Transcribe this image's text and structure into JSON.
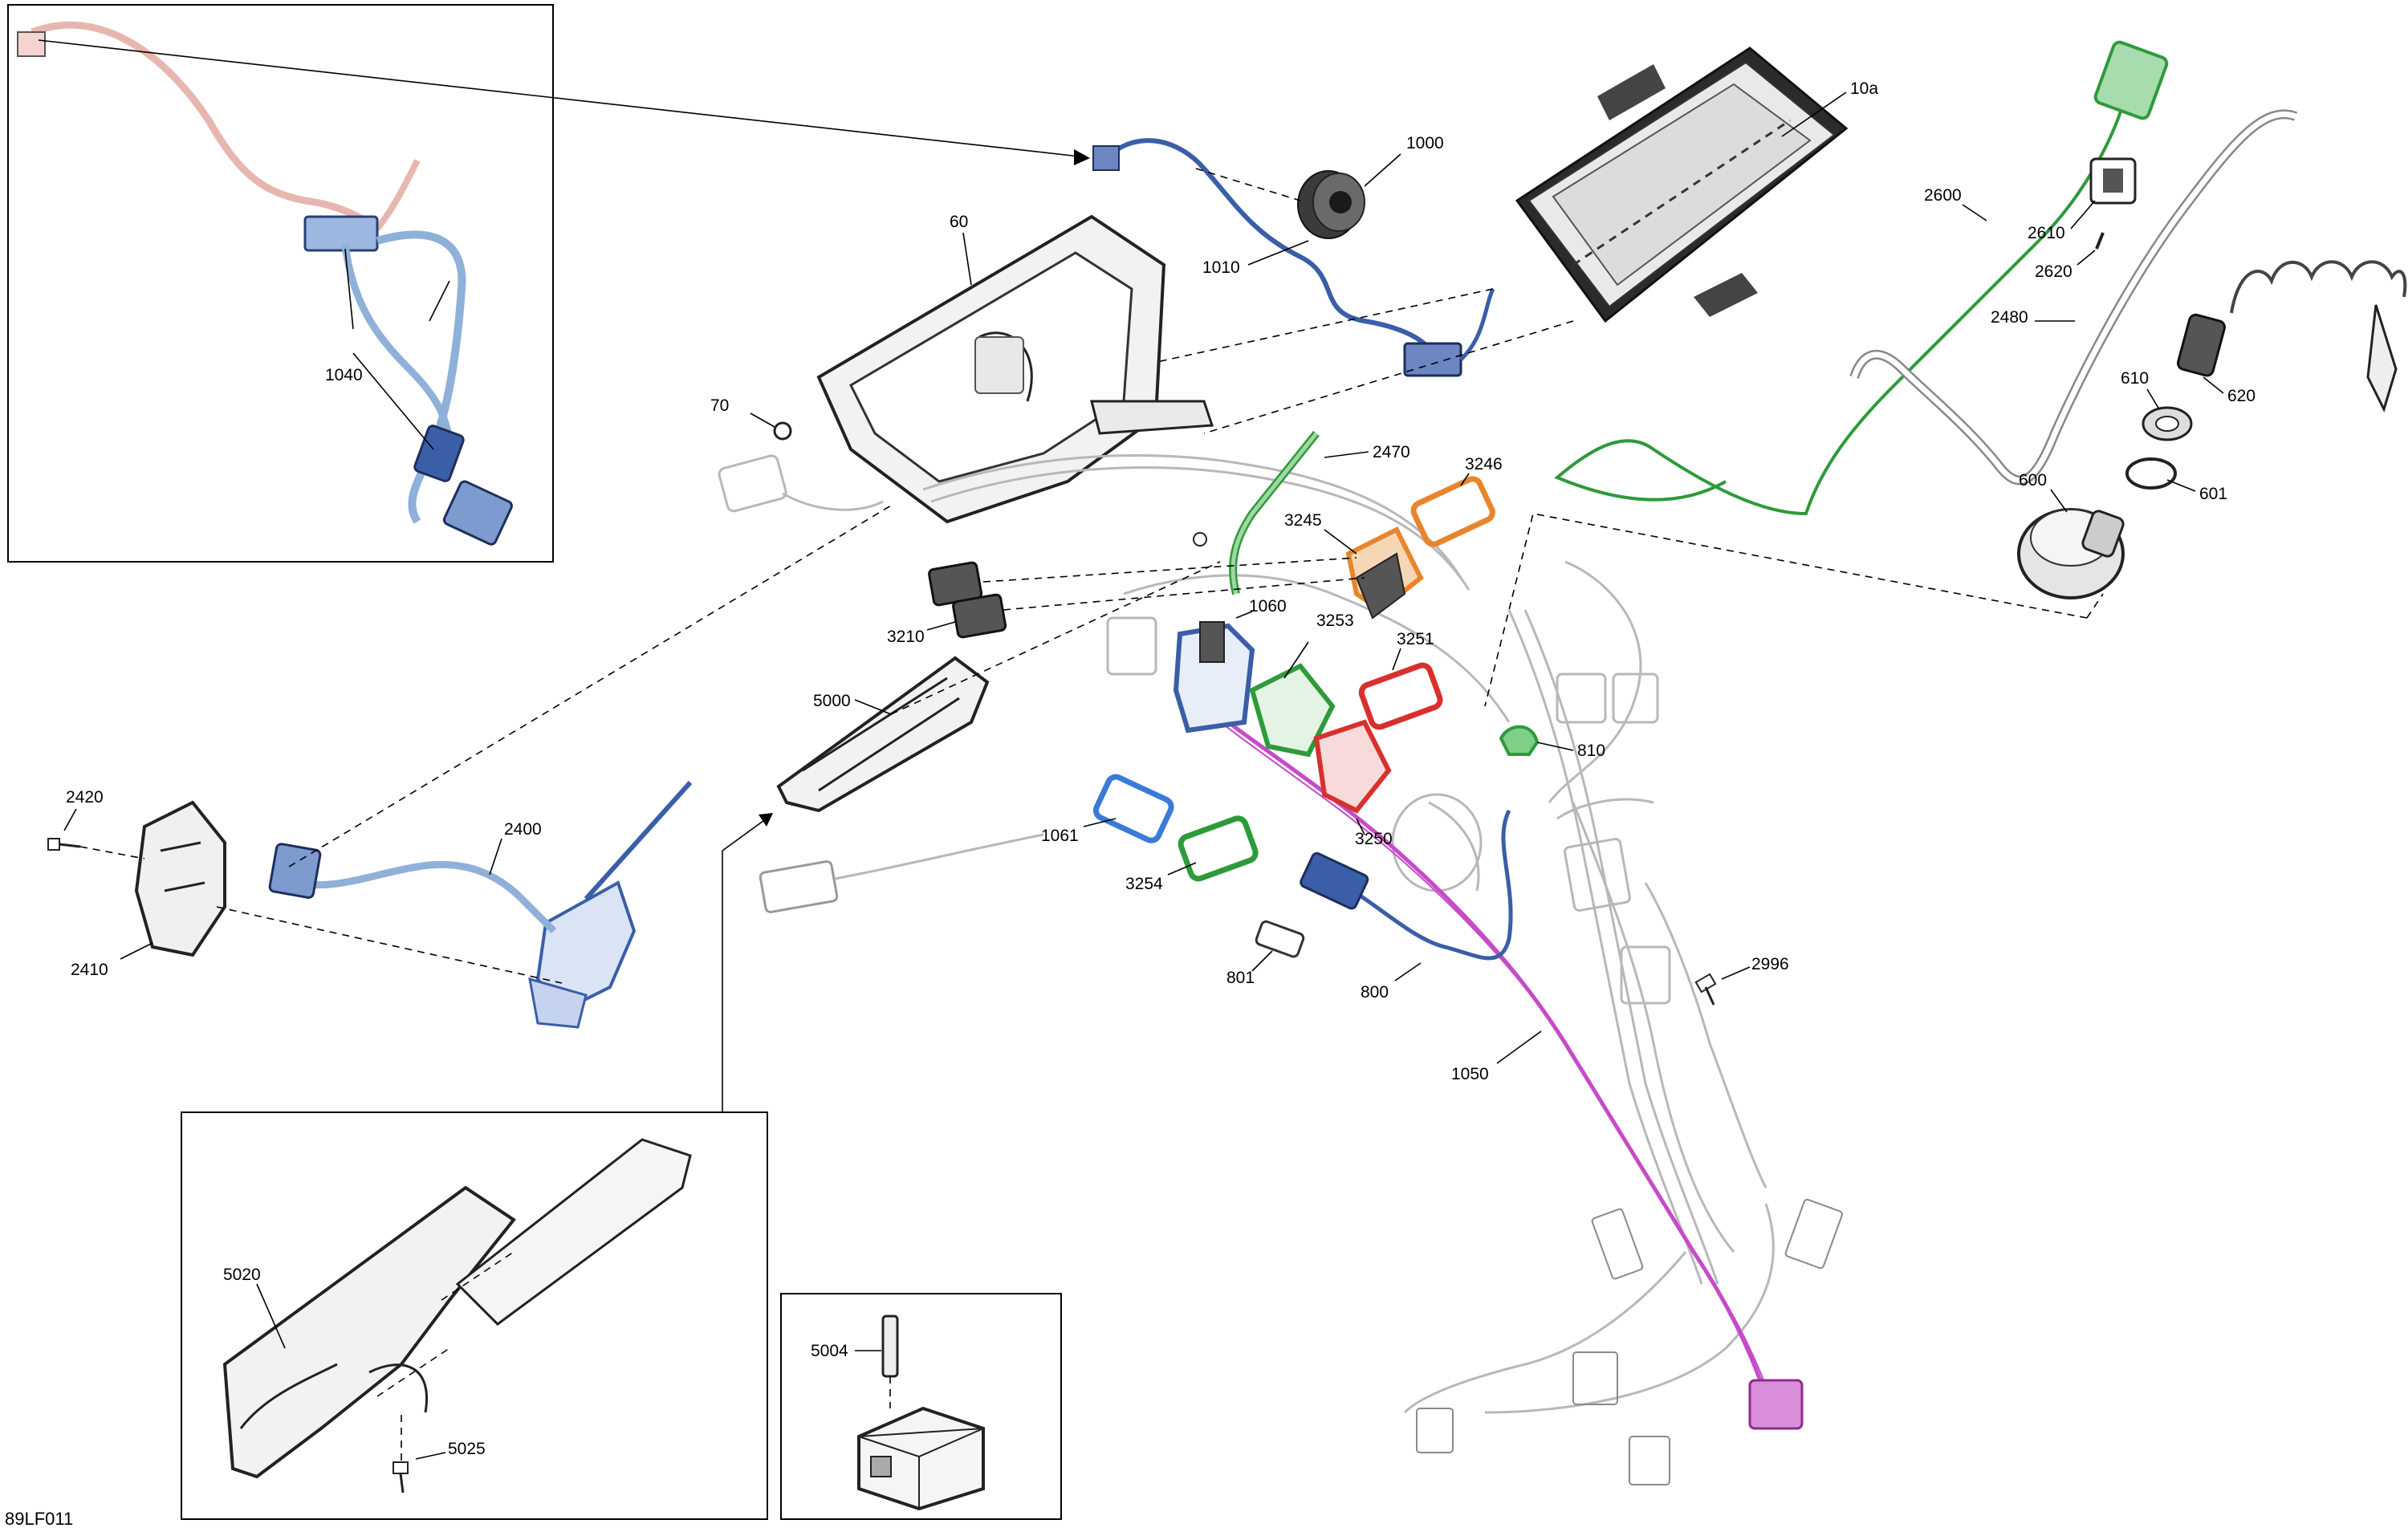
{
  "figure_code": "89LF011",
  "callouts": {
    "c1040": "1040",
    "c1000": "1000",
    "c1010": "1010",
    "c10a": "10a",
    "c60": "60",
    "c70": "70",
    "c2470": "2470",
    "c3246": "3246",
    "c3245": "3245",
    "c3210": "3210",
    "c1060": "1060",
    "c3253": "3253",
    "c3251": "3251",
    "c5000": "5000",
    "c810": "810",
    "c2420": "2420",
    "c2400": "2400",
    "c2410": "2410",
    "c1061": "1061",
    "c3250": "3250",
    "c3254": "3254",
    "c801": "801",
    "c800": "800",
    "c2996": "2996",
    "c1050": "1050",
    "c2600": "2600",
    "c2610": "2610",
    "c2620": "2620",
    "c2480": "2480",
    "c610": "610",
    "c620": "620",
    "c600": "600",
    "c601": "601",
    "c5020": "5020",
    "c5025": "5025",
    "c5004": "5004"
  },
  "colors": {
    "harness_blue": "#3a5ea8",
    "harness_light_blue": "#8fb0d8",
    "harness_green": "#2e9a3a",
    "harness_magenta": "#c64bc8",
    "harness_red": "#d8302c",
    "harness_orange": "#e8852c",
    "harness_pink": "#e8b6b0",
    "outline_gray": "#b8b8b8"
  }
}
